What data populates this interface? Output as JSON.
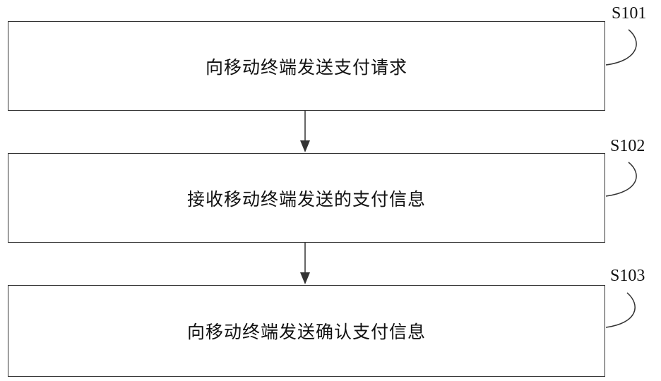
{
  "steps": [
    {
      "id": "S101",
      "text": "向移动终端发送支付请求"
    },
    {
      "id": "S102",
      "text": "接收移动终端发送的支付信息"
    },
    {
      "id": "S103",
      "text": "向移动终端发送确认支付信息"
    }
  ],
  "colors": {
    "line": "#333333",
    "text": "#111111"
  }
}
